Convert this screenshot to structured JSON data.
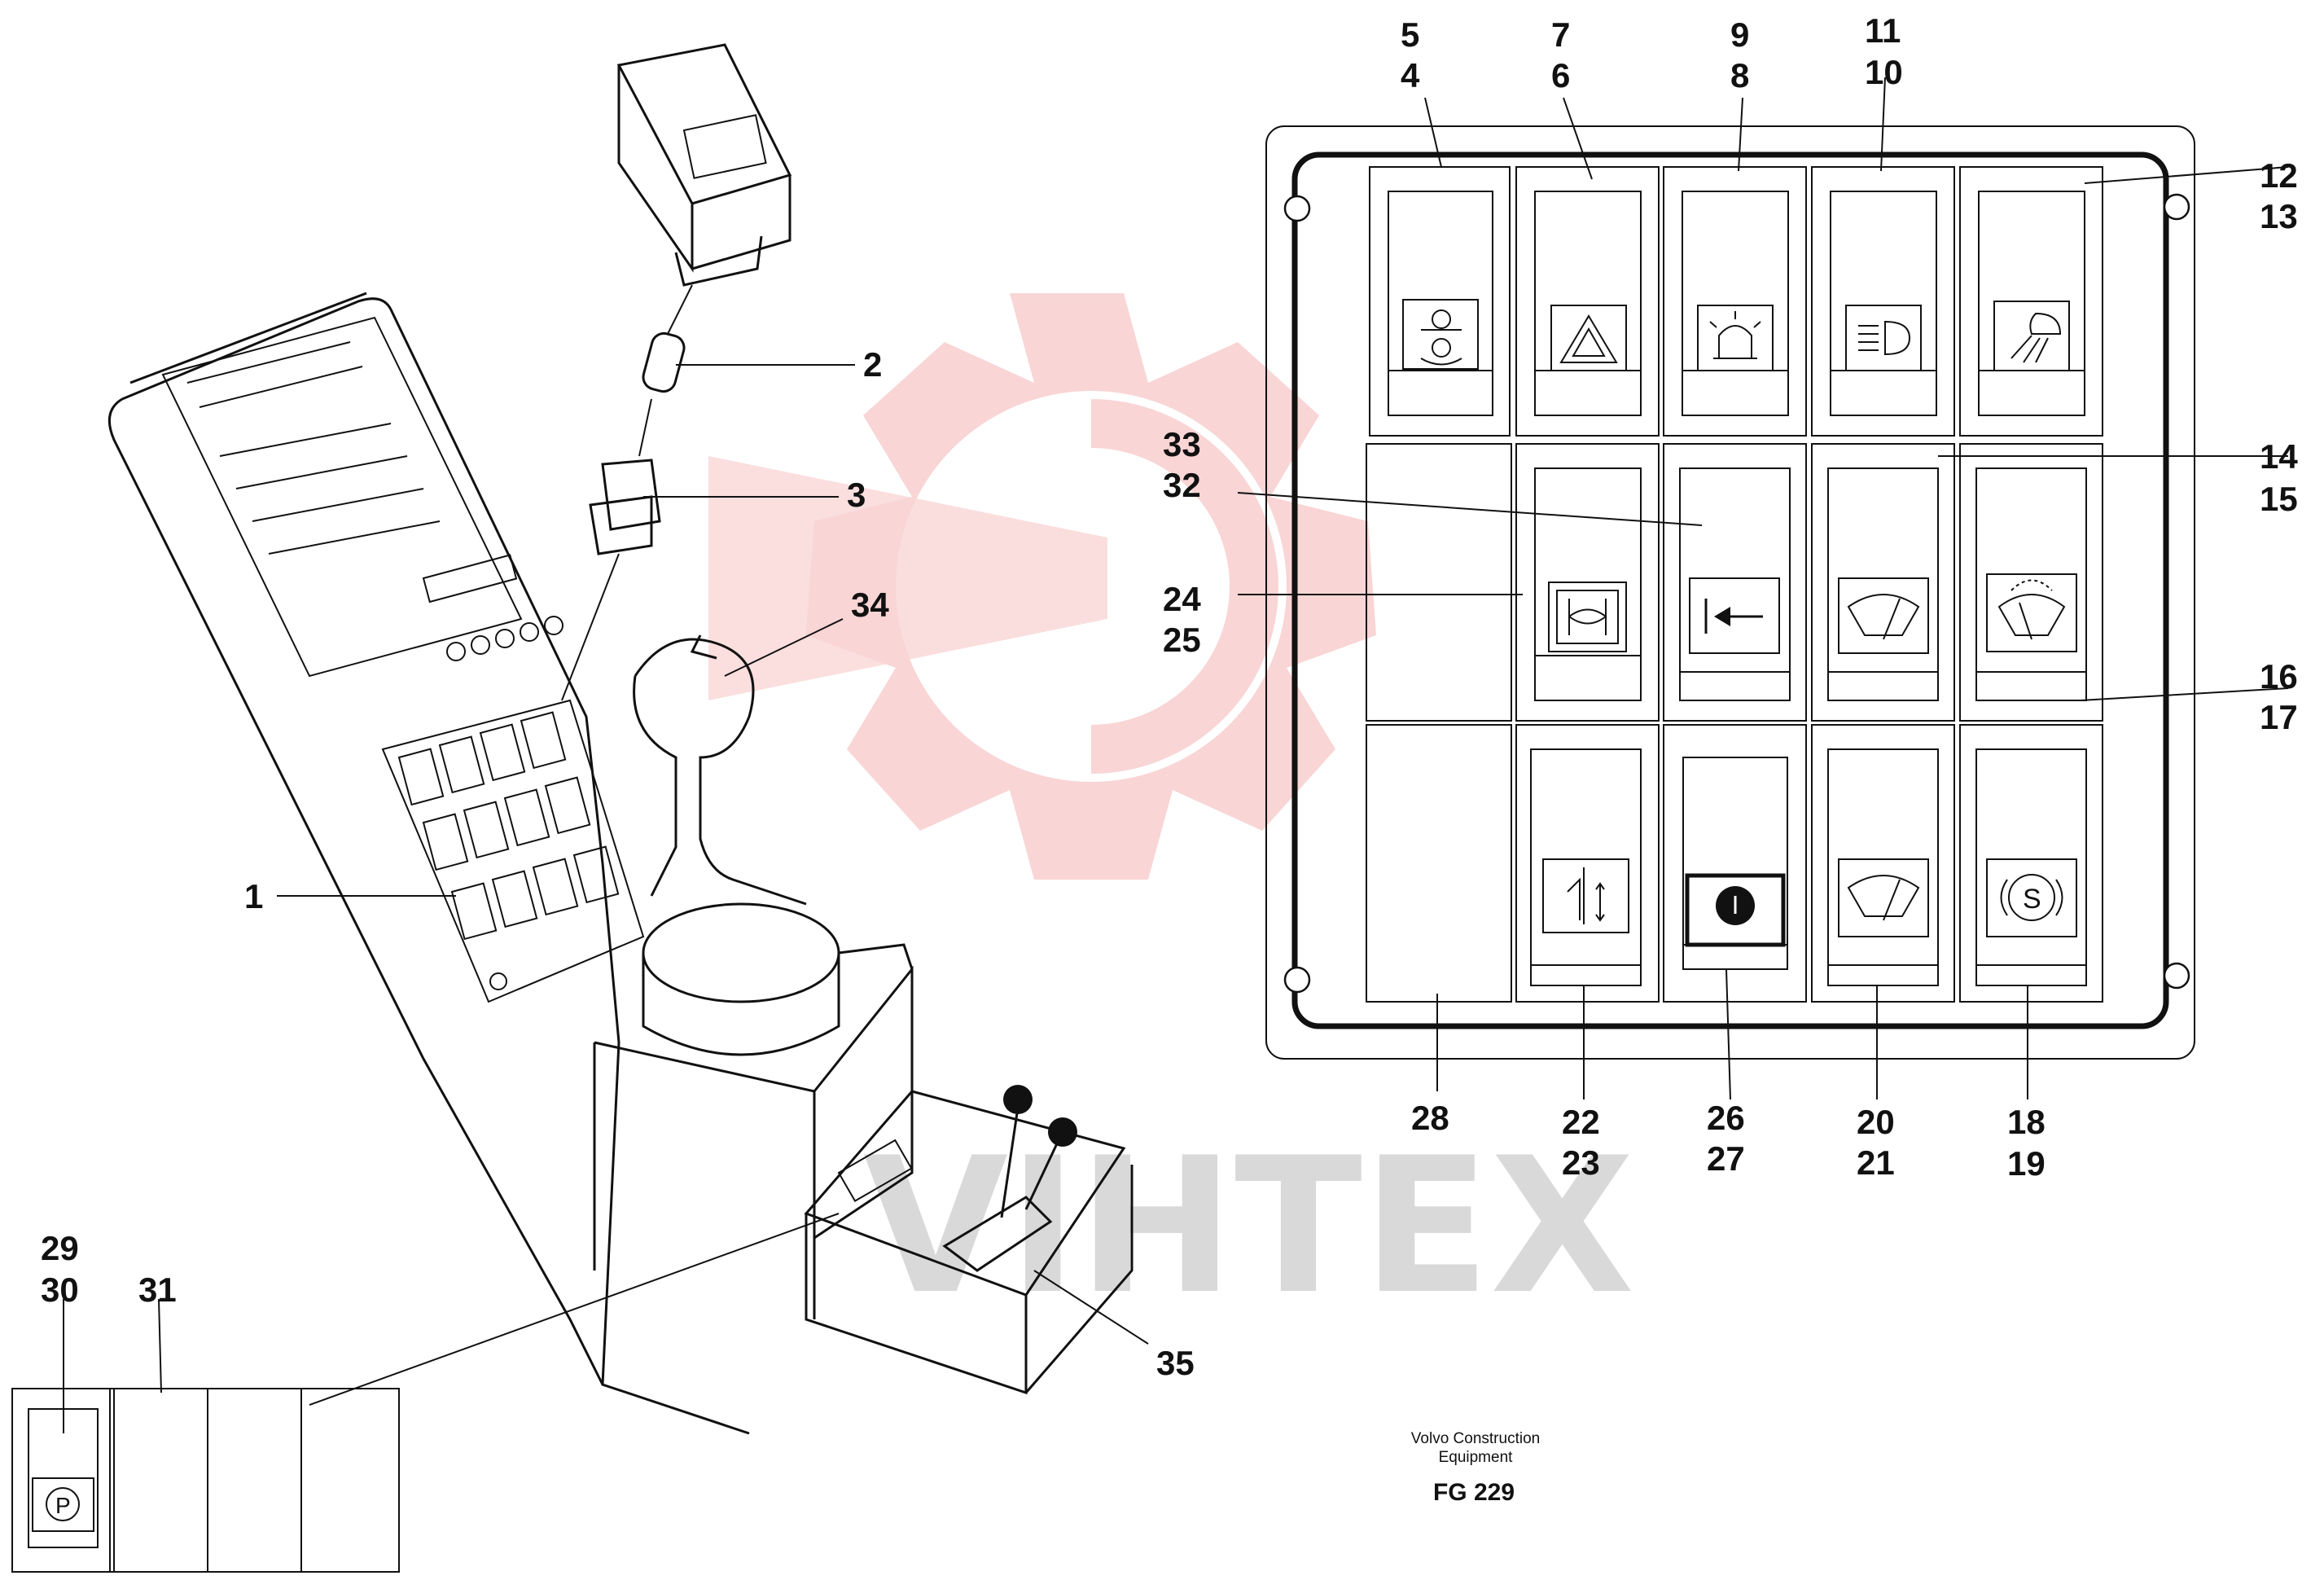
{
  "watermark": {
    "text": "VIHTEX",
    "gear_color": "#f7c8c8"
  },
  "caption": {
    "line1": "Volvo Construction",
    "line2": "Equipment",
    "figure": "FG 229"
  },
  "switch_panel": {
    "row1": [
      {
        "icon": "dual-seat-icon"
      },
      {
        "icon": "hazard-warning-icon"
      },
      {
        "icon": "rotating-beacon-icon"
      },
      {
        "icon": "headlight-icon"
      },
      {
        "icon": "work-light-icon"
      }
    ],
    "row2": [
      {
        "icon": "blank"
      },
      {
        "icon": "axle-lock-icon"
      },
      {
        "icon": "arrow-left-icon"
      },
      {
        "icon": "wiper-icon"
      },
      {
        "icon": "rear-wiper-washer-icon"
      }
    ],
    "row3": [
      {
        "icon": "blank"
      },
      {
        "icon": "suspension-icon"
      },
      {
        "icon": "circle-symbol-icon"
      },
      {
        "icon": "wiper-icon"
      },
      {
        "icon": "brake-s-icon"
      }
    ]
  },
  "left_panel": {
    "icons": [
      "parking-brake-p-icon",
      "blank",
      "blank",
      "blank"
    ]
  },
  "callouts": {
    "c1": "1",
    "c2": "2",
    "c3": "3",
    "c34": "34",
    "c35": "35",
    "c5": "5",
    "c4": "4",
    "c7": "7",
    "c6": "6",
    "c9": "9",
    "c8": "8",
    "c11": "11",
    "c10": "10",
    "c12": "12",
    "c13": "13",
    "c33": "33",
    "c32": "32",
    "c14": "14",
    "c15": "15",
    "c24": "24",
    "c25": "25",
    "c16": "16",
    "c17": "17",
    "c28": "28",
    "c22": "22",
    "c23": "23",
    "c26": "26",
    "c27": "27",
    "c20": "20",
    "c21": "21",
    "c18": "18",
    "c19": "19",
    "c29": "29",
    "c30": "30",
    "c31": "31"
  }
}
